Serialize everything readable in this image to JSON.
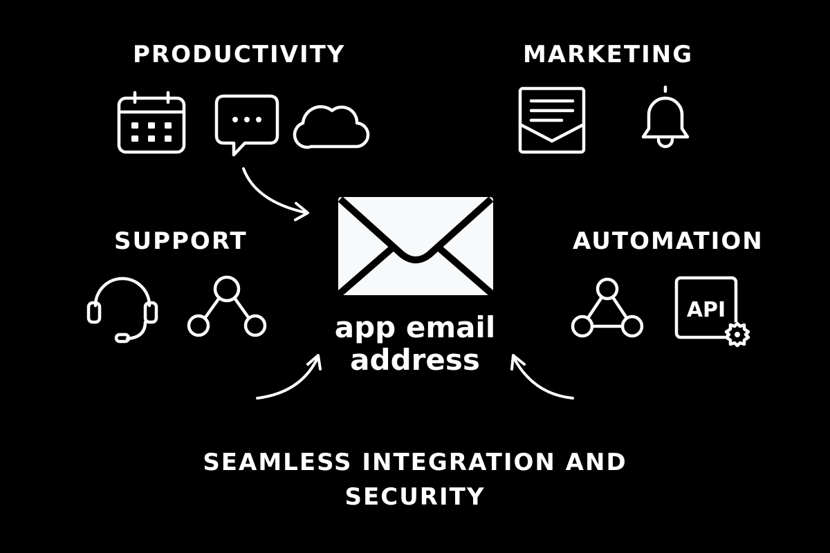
{
  "colors": {
    "background": "#000000",
    "foreground": "#ffffff",
    "envelope_fill": "#f7f9fb"
  },
  "groups": {
    "productivity": {
      "title": "PRODUCTIVITY",
      "icons": [
        "calendar-icon",
        "chat-bubble-icon",
        "cloud-icon"
      ]
    },
    "marketing": {
      "title": "MARKETING",
      "icons": [
        "newsletter-icon",
        "bell-icon"
      ]
    },
    "support": {
      "title": "SUPPORT",
      "icons": [
        "headset-icon",
        "network-icon"
      ]
    },
    "automation": {
      "title": "AUTOMATION",
      "icons": [
        "workflow-icon",
        "api-icon"
      ],
      "api_label": "API"
    }
  },
  "center": {
    "icon": "envelope-icon",
    "label_line1": "app email",
    "label_line2": "address"
  },
  "footer": {
    "line1": "SEAMLESS INTEGRATION AND",
    "line2": "SECURITY"
  }
}
